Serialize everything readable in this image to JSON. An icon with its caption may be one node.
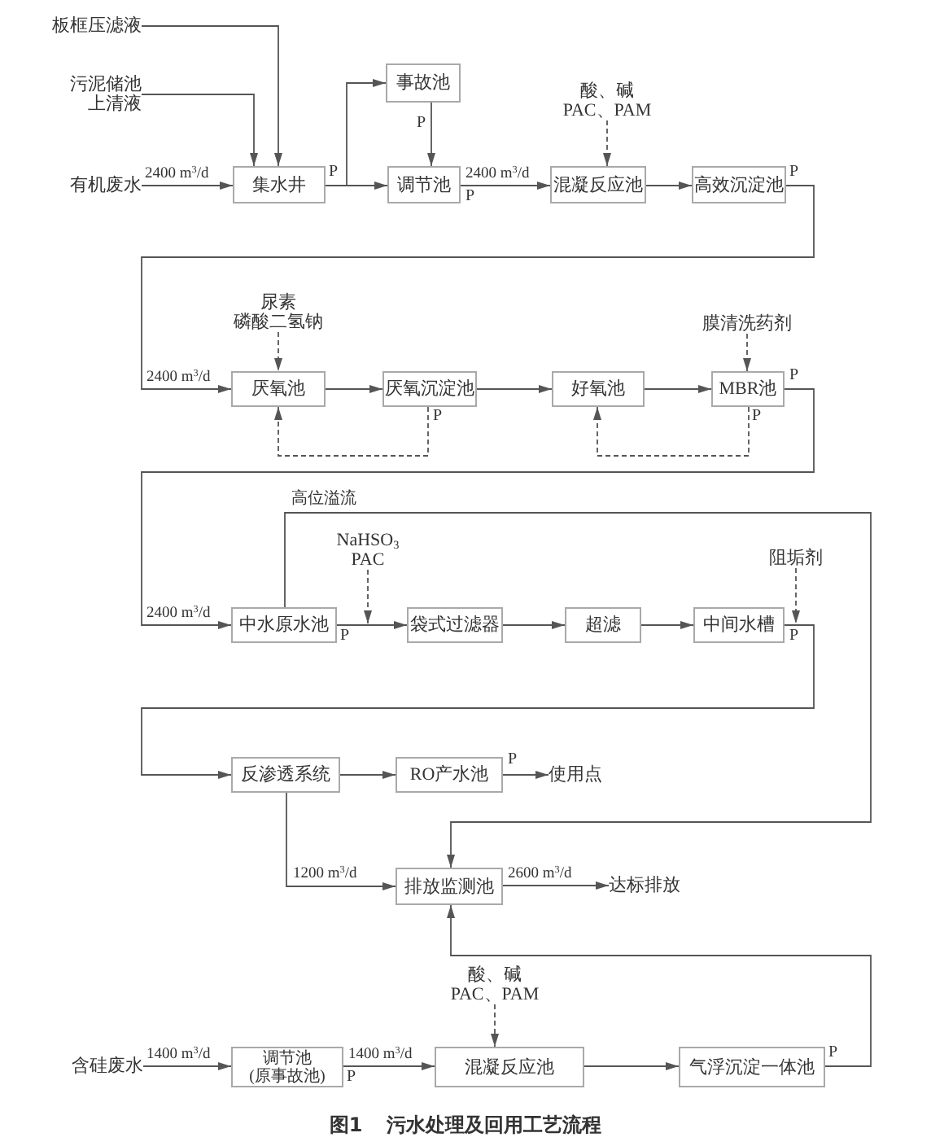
{
  "diagram": {
    "caption": "图1 污水处理及回用工艺流程",
    "nodes": [
      {
        "text": [
          "板框压滤液"
        ]
      },
      {
        "text": [
          "污泥储池上清液"
        ]
      },
      {
        "text": [
          "事故池"
        ]
      },
      {
        "text": [
          "酸、碱",
          "PAC、PAM"
        ]
      },
      {
        "text": [
          "有机废水"
        ]
      },
      {
        "text": [
          "集水井"
        ]
      },
      {
        "text": [
          "调节池"
        ]
      },
      {
        "text": [
          "混凝反应池"
        ]
      },
      {
        "text": [
          "高效沉淀池"
        ]
      },
      {
        "text": [
          "尿素",
          "磷酸二氢钠"
        ]
      },
      {
        "text": [
          "膜清洗药剂"
        ]
      },
      {
        "text": [
          "厌氧池"
        ]
      },
      {
        "text": [
          "厌氧沉淀池"
        ]
      },
      {
        "text": [
          "好氧池"
        ]
      },
      {
        "text": [
          "MBR池"
        ]
      },
      {
        "text": [
          "NaHSO$_{3}$",
          "PAC"
        ]
      },
      {
        "text": [
          "阻垢剂"
        ]
      },
      {
        "text": [
          "中水原水池"
        ]
      },
      {
        "text": [
          "袋式过滤器"
        ]
      },
      {
        "text": [
          "超滤"
        ]
      },
      {
        "text": [
          "中间水槽"
        ]
      },
      {
        "text": [
          "反渗透系统"
        ]
      },
      {
        "text": [
          "RO产水池"
        ]
      },
      {
        "text": [
          "使用点"
        ]
      },
      {
        "text": [
          "排放监测池"
        ]
      },
      {
        "text": [
          "达标排放"
        ]
      },
      {
        "text": [
          "酸、碱",
          "PAC、PAM"
        ]
      },
      {
        "text": [
          "含硅废水"
        ]
      },
      {
        "text": [
          "调节池",
          "(原事故池)"
        ]
      },
      {
        "text": [
          "混凝反应池"
        ]
      },
      {
        "text": [
          "气浮沉淀一体池"
        ]
      }
    ],
    "edges": [
      {
        "from": 0,
        "to": 5,
        "arrow": "to"
      },
      {
        "from": 1,
        "to": 5,
        "arrow": "to"
      },
      {
        "from": 4,
        "to": 5,
        "arrow": "to",
        "label": "2400 m$^{3}$/d"
      },
      {
        "from": 5,
        "to": 2,
        "arrow": "to"
      },
      {
        "from": 5,
        "to": 6,
        "arrow": "to"
      },
      {
        "from": 2,
        "to": 6,
        "arrow": "to"
      },
      {
        "from": 6,
        "to": 7,
        "arrow": "to",
        "label": "2400 m$^{3}$/d"
      },
      {
        "from": 3,
        "to": 7,
        "arrow": "to",
        "style": "dashed"
      },
      {
        "from": 7,
        "to": 8,
        "arrow": "to"
      },
      {
        "from": 8,
        "to": 11,
        "arrow": "to",
        "label": "2400 m$^{3}$/d"
      },
      {
        "from": 9,
        "to": 11,
        "arrow": "to",
        "style": "dashed"
      },
      {
        "from": 11,
        "to": 12,
        "arrow": "to"
      },
      {
        "from": 12,
        "to": 11,
        "arrow": "to",
        "style": "dashed"
      },
      {
        "from": 12,
        "to": 13,
        "arrow": "to"
      },
      {
        "from": 13,
        "to": 14,
        "arrow": "to"
      },
      {
        "from": 10,
        "to": 14,
        "arrow": "to",
        "style": "dashed"
      },
      {
        "from": 14,
        "to": 13,
        "arrow": "to",
        "style": "dashed"
      },
      {
        "from": 14,
        "to": 17,
        "arrow": "to",
        "label": "2400 m$^{3}$/d"
      },
      {
        "from": 17,
        "to": 24,
        "arrow": "to",
        "label": "高位溢流"
      },
      {
        "from": 15,
        "to": 17,
        "arrow": "to",
        "style": "dashed"
      },
      {
        "from": 17,
        "to": 18,
        "arrow": "to"
      },
      {
        "from": 18,
        "to": 19,
        "arrow": "to"
      },
      {
        "from": 19,
        "to": 20,
        "arrow": "to"
      },
      {
        "from": 16,
        "to": 20,
        "arrow": "to",
        "style": "dashed"
      },
      {
        "from": 20,
        "to": 21,
        "arrow": "to"
      },
      {
        "from": 21,
        "to": 22,
        "arrow": "to"
      },
      {
        "from": 22,
        "to": 23,
        "arrow": "to"
      },
      {
        "from": 21,
        "to": 24,
        "arrow": "to",
        "label": "1200 m$^{3}$/d"
      },
      {
        "from": 24,
        "to": 25,
        "arrow": "to",
        "label": "2600 m$^{3}$/d"
      },
      {
        "from": 27,
        "to": 28,
        "arrow": "to",
        "label": "1400 m$^{3}$/d"
      },
      {
        "from": 26,
        "to": 29,
        "arrow": "to",
        "style": "dashed"
      },
      {
        "from": 28,
        "to": 29,
        "arrow": "to",
        "label": "1400 m$^{3}$/d"
      },
      {
        "from": 29,
        "to": 30,
        "arrow": "to"
      },
      {
        "from": 30,
        "to": 24,
        "arrow": "to"
      }
    ],
    "labels": [
      "P",
      "P",
      "P",
      "P",
      "P",
      "P",
      "P",
      "P",
      "P",
      "P",
      "P",
      "P"
    ]
  }
}
